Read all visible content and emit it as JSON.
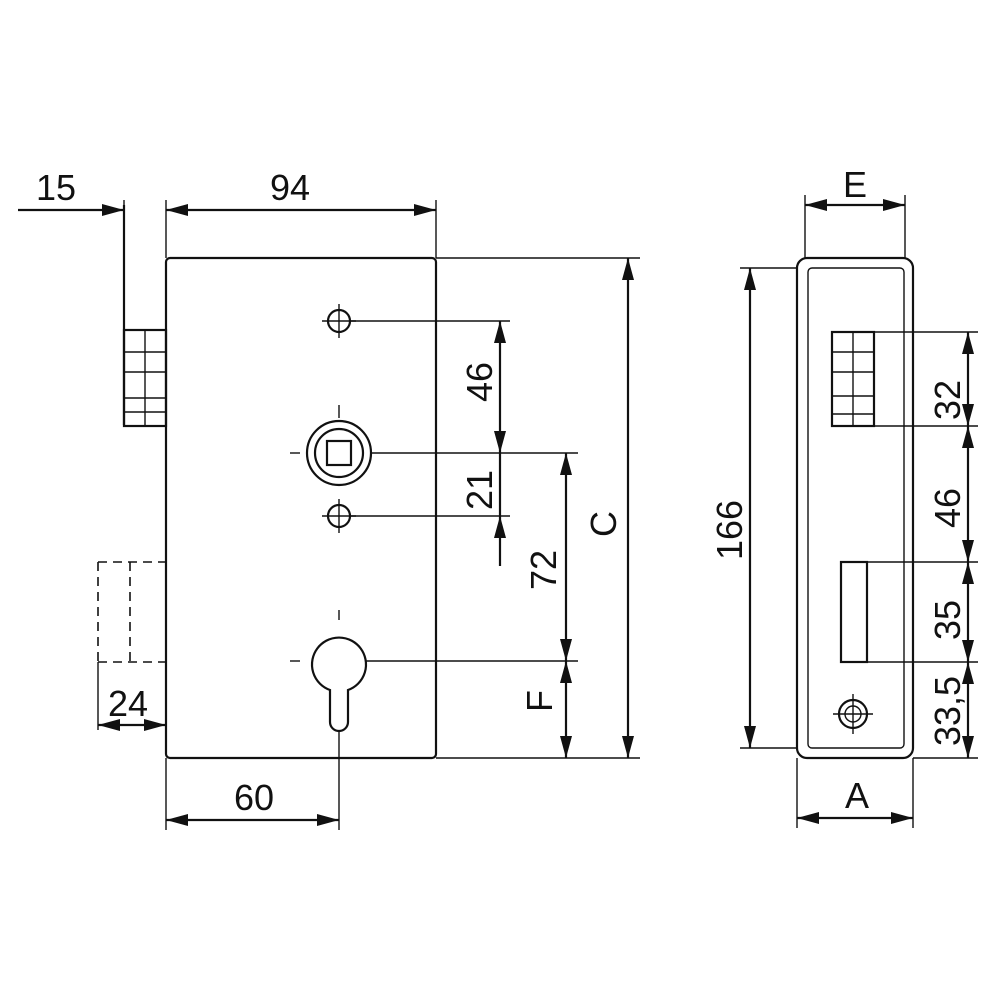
{
  "front_view": {
    "dim_15": "15",
    "dim_94": "94",
    "dim_46": "46",
    "dim_21": "21",
    "dim_72": "72",
    "dim_C": "C",
    "dim_F": "F",
    "dim_24": "24",
    "dim_60": "60"
  },
  "side_view": {
    "dim_E": "E",
    "dim_166": "166",
    "dim_32": "32",
    "dim_46": "46",
    "dim_35": "35",
    "dim_33_5": "33,5",
    "dim_A": "A"
  }
}
